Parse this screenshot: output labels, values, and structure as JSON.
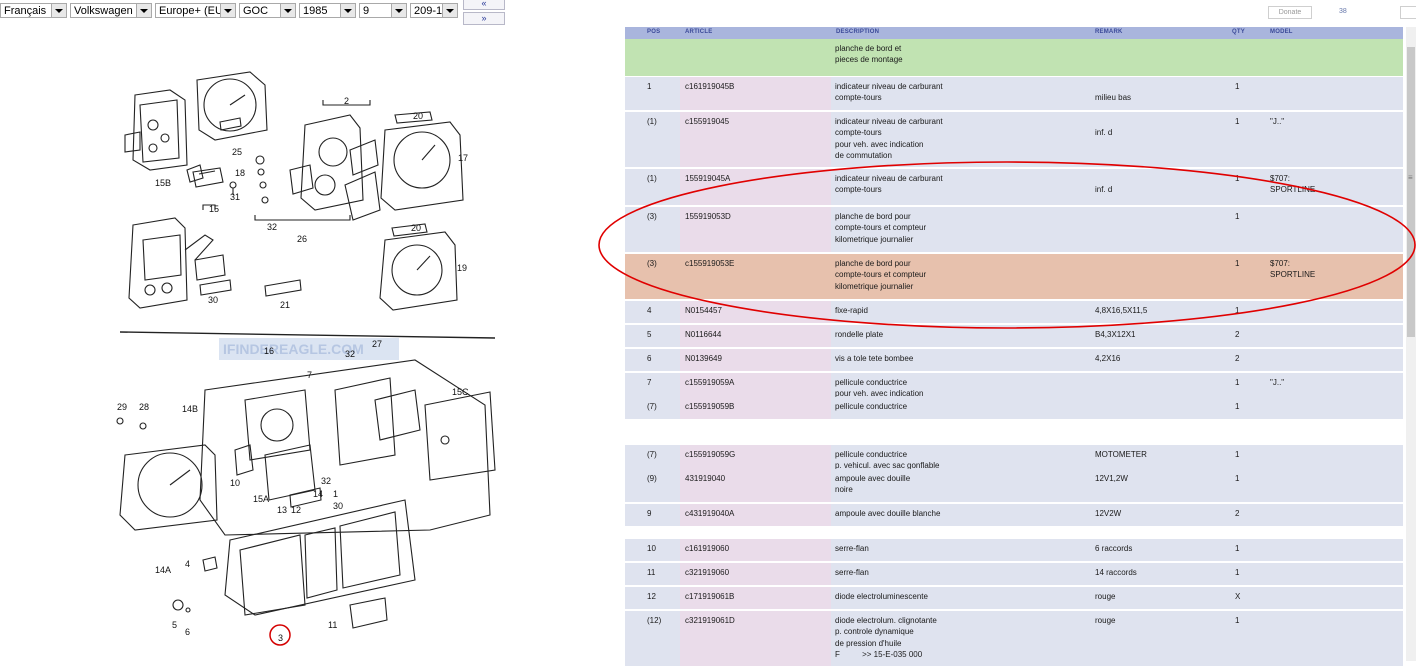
{
  "selectors": [
    {
      "name": "language",
      "value": "Français"
    },
    {
      "name": "make",
      "value": "Volkswagen"
    },
    {
      "name": "market",
      "value": "Europe+ (EU"
    },
    {
      "name": "model",
      "value": "GOC"
    },
    {
      "name": "year",
      "value": "1985"
    },
    {
      "name": "group",
      "value": "9"
    },
    {
      "name": "subgroup",
      "value": "209-1"
    }
  ],
  "nav": {
    "prev": "«",
    "next": "»"
  },
  "right_controls": {
    "button": "Donate",
    "text": "38"
  },
  "diagram": {
    "watermark": "IFINDEREAGLE.COM",
    "callouts": [
      "25",
      "15B",
      "18",
      "31",
      "2",
      "20",
      "17",
      "32",
      "26",
      "15",
      "30",
      "21",
      "19",
      "20",
      "16",
      "7",
      "32",
      "27",
      "15C",
      "29",
      "28",
      "14B",
      "10",
      "15A",
      "13",
      "12",
      "14",
      "1",
      "30",
      "32",
      "14A",
      "4",
      "5",
      "6",
      "3",
      "11"
    ]
  },
  "table": {
    "headers": {
      "pos": "POS",
      "article": "ARTICLE",
      "description": "DESCRIPTION",
      "remark": "REMARK",
      "qty": "QTY",
      "model": "MODEL"
    },
    "rows": [
      {
        "style": "green",
        "pos": "",
        "article": "",
        "description": "planche de bord et\npieces de montage",
        "remark": "",
        "qty": "",
        "model": ""
      },
      {
        "style": "normal",
        "pos": "1",
        "article": "c161919045B",
        "description": "indicateur niveau de carburant\ncompte-tours",
        "remark": "\nmilieu bas",
        "qty": "1",
        "model": ""
      },
      {
        "style": "normal",
        "pos": "(1)",
        "article": "c155919045",
        "description": "indicateur niveau de carburant\ncompte-tours\npour veh. avec indication\nde commutation",
        "remark": "\ninf. d",
        "qty": "1",
        "model": "\"J..\""
      },
      {
        "style": "normal",
        "pos": "(1)",
        "article": "155919045A",
        "description": "indicateur niveau de carburant\ncompte-tours",
        "remark": "\ninf. d",
        "qty": "1",
        "model": "$707:\nSPORTLINE"
      },
      {
        "style": "normal",
        "pos": "(3)",
        "article": "155919053D",
        "description": "planche de bord pour\ncompte-tours et compteur\nkilometrique journalier",
        "remark": "",
        "qty": "1",
        "model": ""
      },
      {
        "style": "orange",
        "pos": "(3)",
        "article": "c155919053E",
        "description": "planche de bord pour\ncompte-tours et compteur\nkilometrique journalier",
        "remark": "",
        "qty": "1",
        "model": "$707:\nSPORTLINE"
      },
      {
        "style": "normal",
        "pos": "4",
        "article": "N0154457",
        "description": "fixe-rapid",
        "remark": "4,8X16,5X11,5",
        "qty": "1",
        "model": ""
      },
      {
        "style": "normal",
        "pos": "5",
        "article": "N0116644",
        "description": "rondelle plate",
        "remark": "B4,3X12X1",
        "qty": "2",
        "model": ""
      },
      {
        "style": "normal",
        "pos": "6",
        "article": "N0139649",
        "description": "vis a tole tete bombee",
        "remark": "4,2X16",
        "qty": "2",
        "model": ""
      },
      {
        "style": "normal",
        "pos": "7",
        "article": "c155919059A",
        "description": "pellicule conductrice\npour veh. avec indication\nde commutation",
        "remark": "",
        "qty": "1",
        "model": "\"J..\""
      },
      {
        "style": "normal",
        "pos": "(7)",
        "article": "c155919059B",
        "description": "pellicule conductrice",
        "remark": "",
        "qty": "1",
        "model": ""
      },
      {
        "style": "normal",
        "pos": "(7)",
        "article": "c155919059G",
        "description": "pellicule conductrice\np. vehicul. avec sac gonflable",
        "remark": "MOTOMETER",
        "qty": "1",
        "model": ""
      },
      {
        "style": "normal",
        "pos": "(9)",
        "article": "431919040",
        "description": "ampoule avec douille\nnoire",
        "remark": "12V1,2W",
        "qty": "1",
        "model": ""
      },
      {
        "style": "normal",
        "pos": "9",
        "article": "c431919040A",
        "description": "ampoule avec douille blanche",
        "remark": "12V2W",
        "qty": "2",
        "model": ""
      },
      {
        "style": "normal",
        "pos": "10",
        "article": "c161919060",
        "description": "serre-flan",
        "remark": "6 raccords",
        "qty": "1",
        "model": ""
      },
      {
        "style": "normal",
        "pos": "11",
        "article": "c321919060",
        "description": "serre-flan",
        "remark": "14 raccords",
        "qty": "1",
        "model": ""
      },
      {
        "style": "normal",
        "pos": "12",
        "article": "c171919061B",
        "description": "diode electroluminescente",
        "remark": "rouge",
        "qty": "X",
        "model": ""
      },
      {
        "style": "normal",
        "pos": "(12)",
        "article": "c321919061D",
        "description": "diode electrolum. clignotante\np. controle dynamique\nde pression d'huile\nF          >> 15-E-035 000",
        "remark": "rouge",
        "qty": "1",
        "model": ""
      }
    ]
  }
}
